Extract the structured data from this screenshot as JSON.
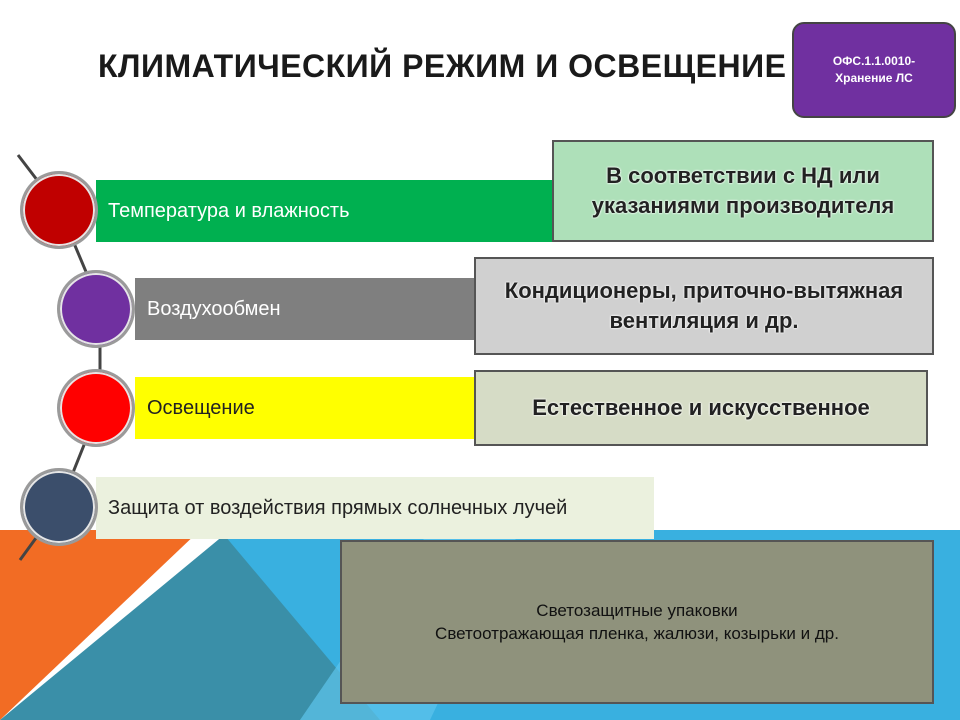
{
  "slide": {
    "title": "Климатический режим и освещение",
    "badge_line1": "ОФС.1.1.0010-",
    "badge_line2": "Хранение ЛС"
  },
  "items": [
    {
      "label": "Температура и влажность",
      "detail": "В соответствии с НД или указаниями производителя",
      "color": "#00b050",
      "circle_color": "#c00000"
    },
    {
      "label": "Воздухообмен",
      "detail": "Кондиционеры, приточно-вытяжная вентиляция и др.",
      "color": "#7f7f7f",
      "circle_color": "#7030a0"
    },
    {
      "label": "Освещение",
      "detail": "Естественное и искусственное",
      "color": "#ffff00",
      "circle_color": "#ff0000"
    },
    {
      "label": "Защита от воздействия прямых солнечных лучей",
      "color": "#ebf1de",
      "circle_color": "#3b4e6b"
    }
  ],
  "bottom": {
    "line1": "Светозащитные упаковки",
    "line2": "Светоотражающая пленка, жалюзи, козырьки и др."
  },
  "colors": {
    "orange": "#f26c24",
    "teal": "#3a8fa8",
    "sky": "#39b0e0",
    "badge": "#7030a0"
  }
}
